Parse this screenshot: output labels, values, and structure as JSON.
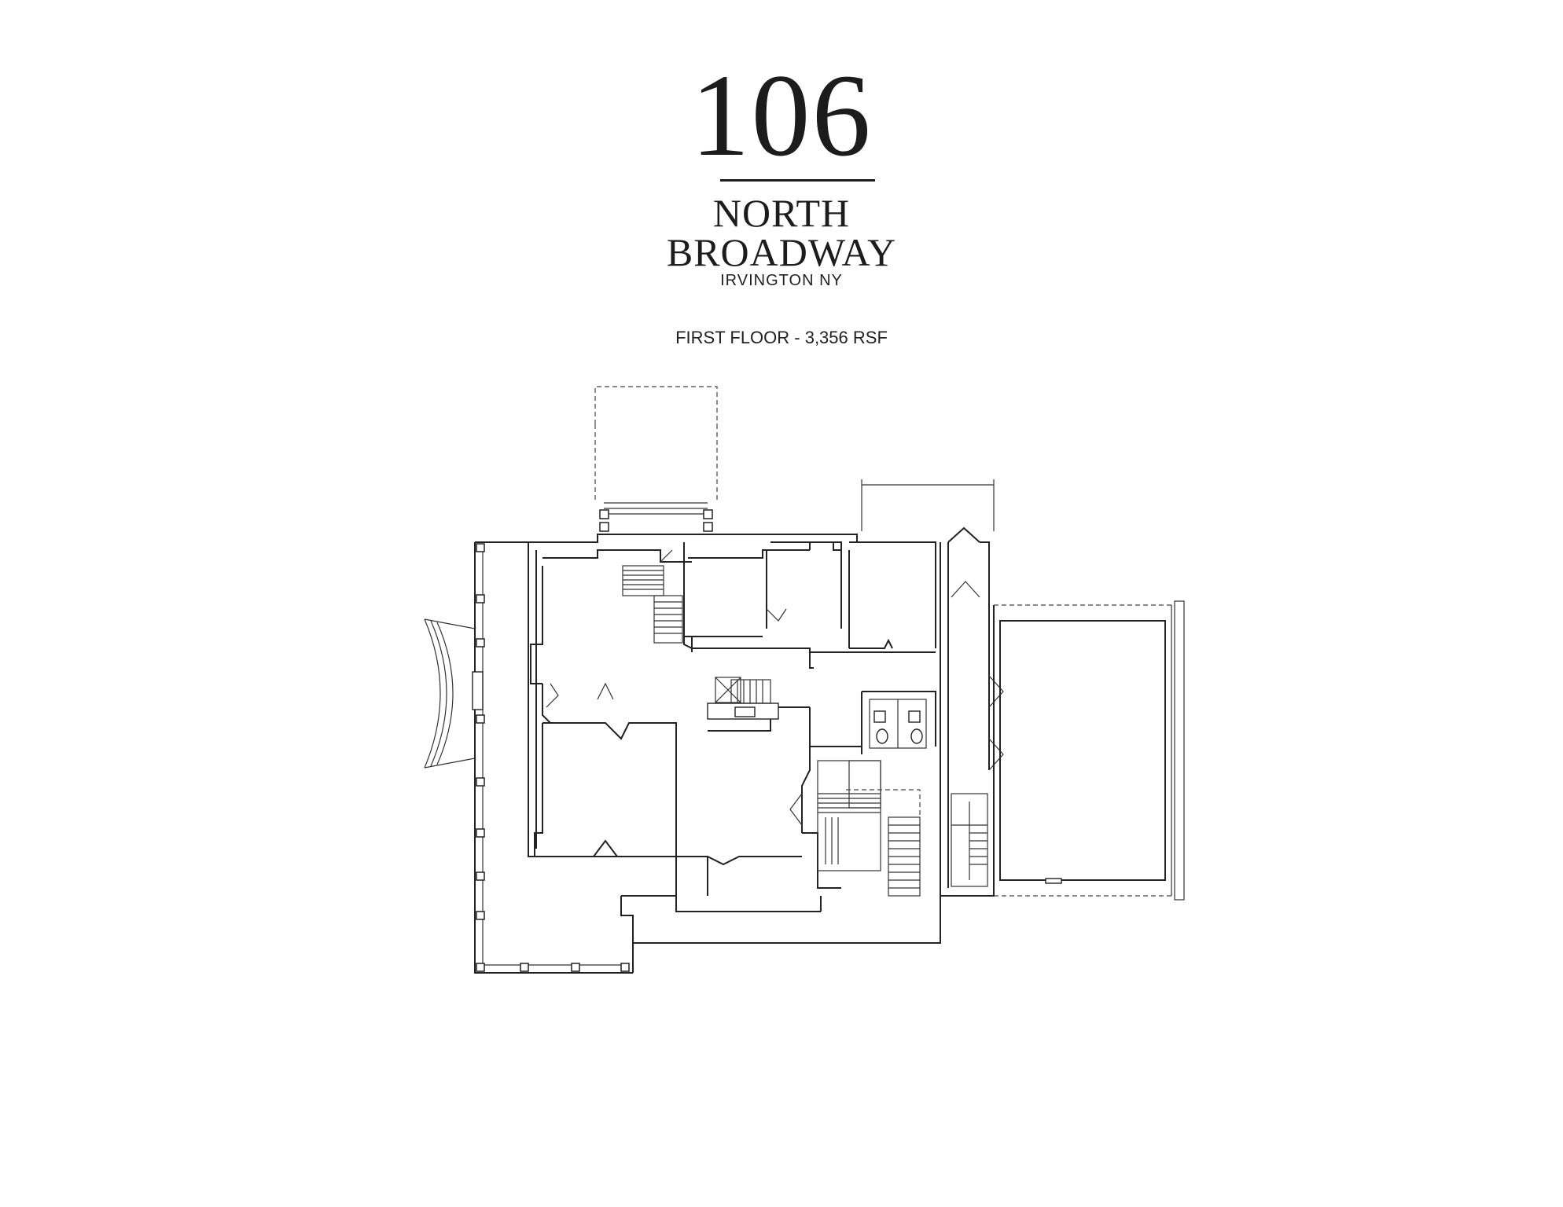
{
  "header": {
    "number": "106",
    "street_line_1": "NORTH",
    "street_line_2": "BROADWAY",
    "city": "IRVINGTON NY"
  },
  "floor_label": "FIRST FLOOR - 3,356 RSF"
}
